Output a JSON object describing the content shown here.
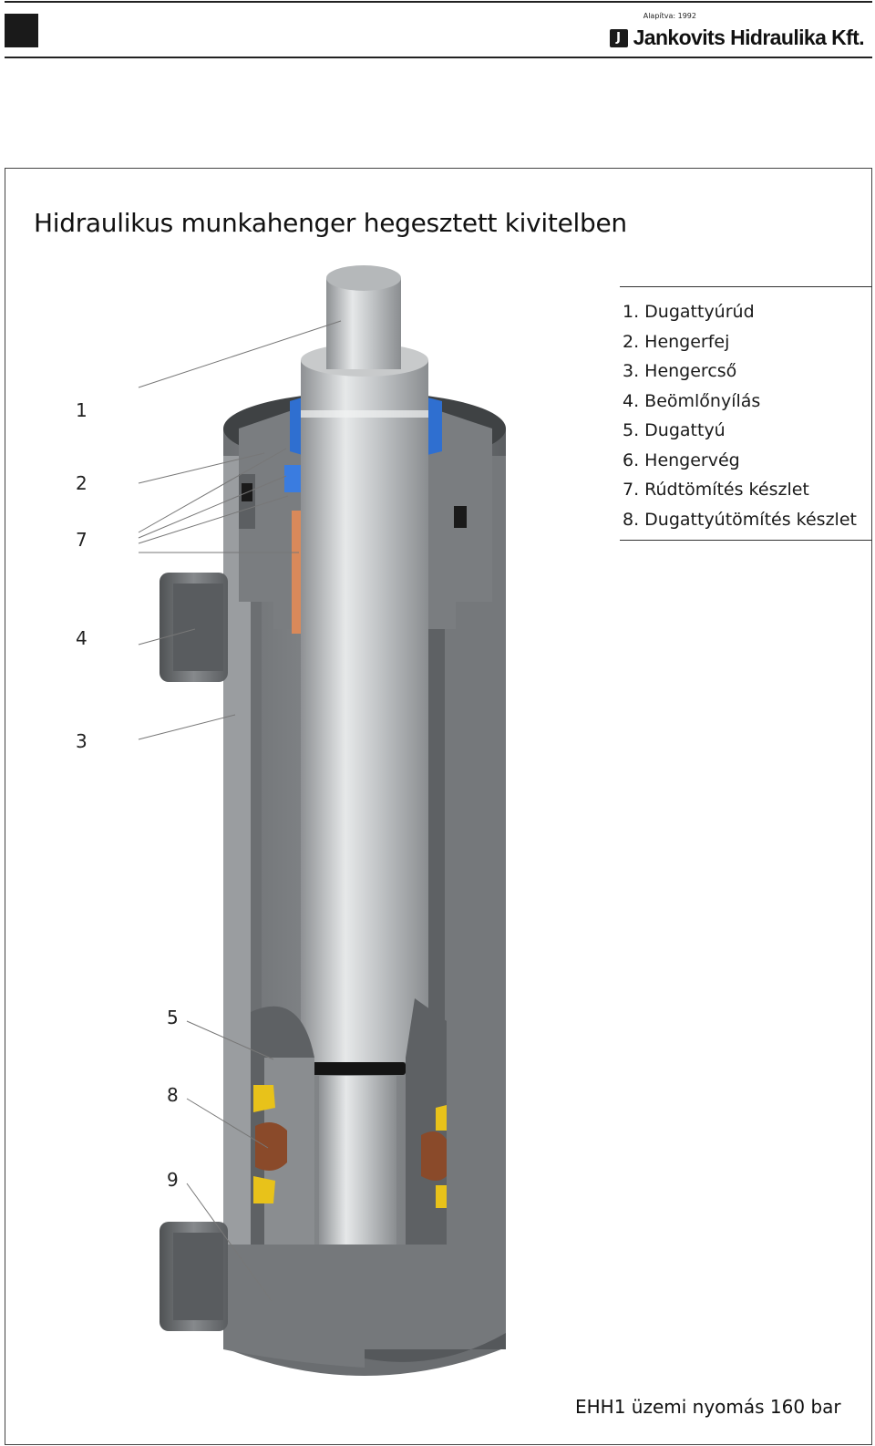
{
  "header": {
    "founded": "Alapítva: 1992",
    "logo_mark": "J",
    "company": "Jankovits Hidraulika Kft."
  },
  "title": "Hidraulikus munkahenger hegesztett kivitelben",
  "legend": [
    "1. Dugattyúrúd",
    "2. Hengerfej",
    "3. Hengercső",
    "4. Beömlőnyílás",
    "5. Dugattyú",
    "6. Hengervég",
    "7. Rúdtömítés készlet",
    "8. Dugattyútömítés készlet"
  ],
  "callouts": [
    "1",
    "2",
    "7",
    "4",
    "3",
    "5",
    "8",
    "9"
  ],
  "footer": "EHH1 üzemi nyomás 160 bar",
  "colors": {
    "steel_dark": "#5e6163",
    "steel_mid": "#7d8083",
    "steel_light": "#c9cbcc",
    "seal_blue": "#2f6fd0",
    "bushing_copper": "#d9895a",
    "seal_yellow": "#e8c21a",
    "seal_brown": "#8a4a2a"
  }
}
